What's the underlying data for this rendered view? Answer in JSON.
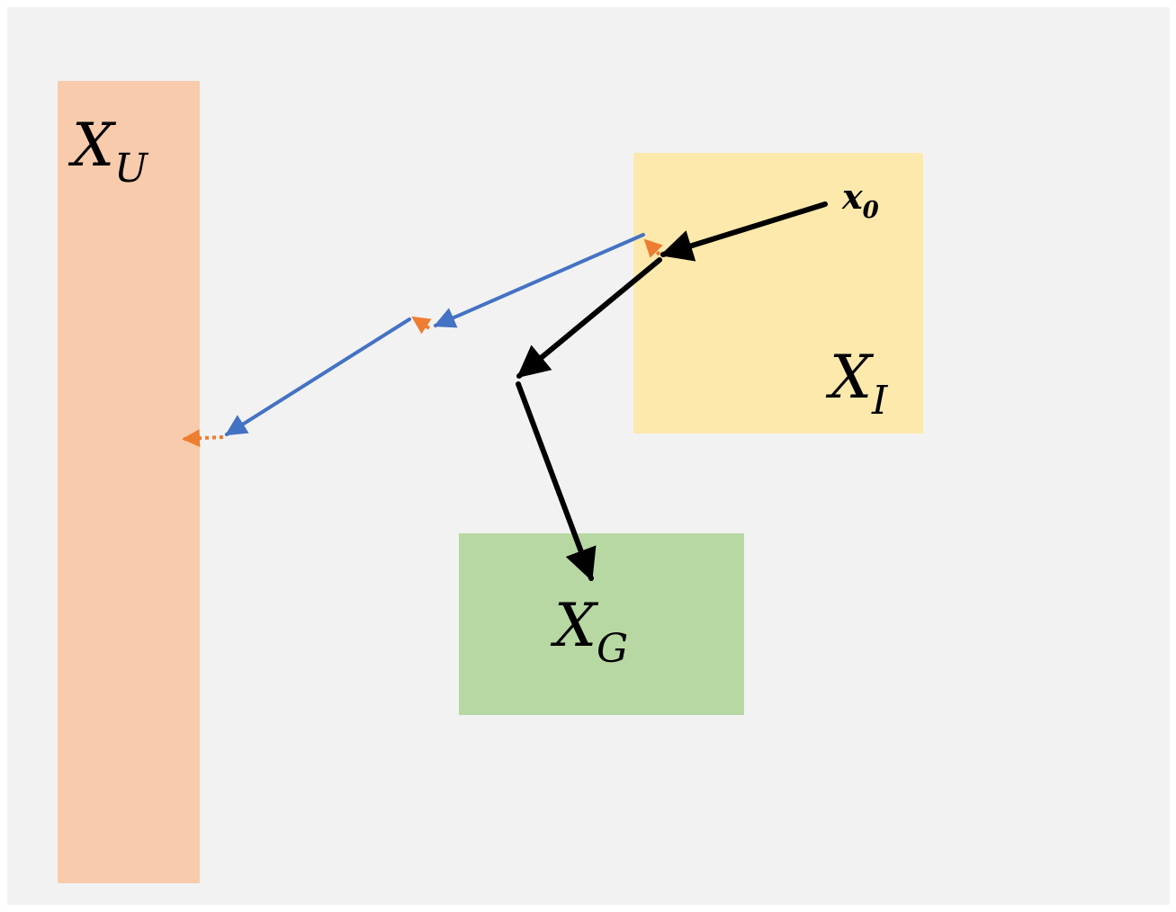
{
  "background_color": "#f2f2f2",
  "regions": {
    "unsafe": {
      "symbol": "X",
      "subscript": "U",
      "color": "#f8cbad"
    },
    "initial": {
      "symbol": "X",
      "subscript": "I",
      "color": "#fde9ac"
    },
    "goal": {
      "symbol": "X",
      "subscript": "G",
      "color": "#b8d8a3"
    }
  },
  "initial_point": {
    "symbol": "x",
    "subscript": "0"
  },
  "arrow_colors": {
    "nominal": "#000000",
    "unsafe_path": "#4472c4",
    "perturbation": "#ed7d31"
  }
}
